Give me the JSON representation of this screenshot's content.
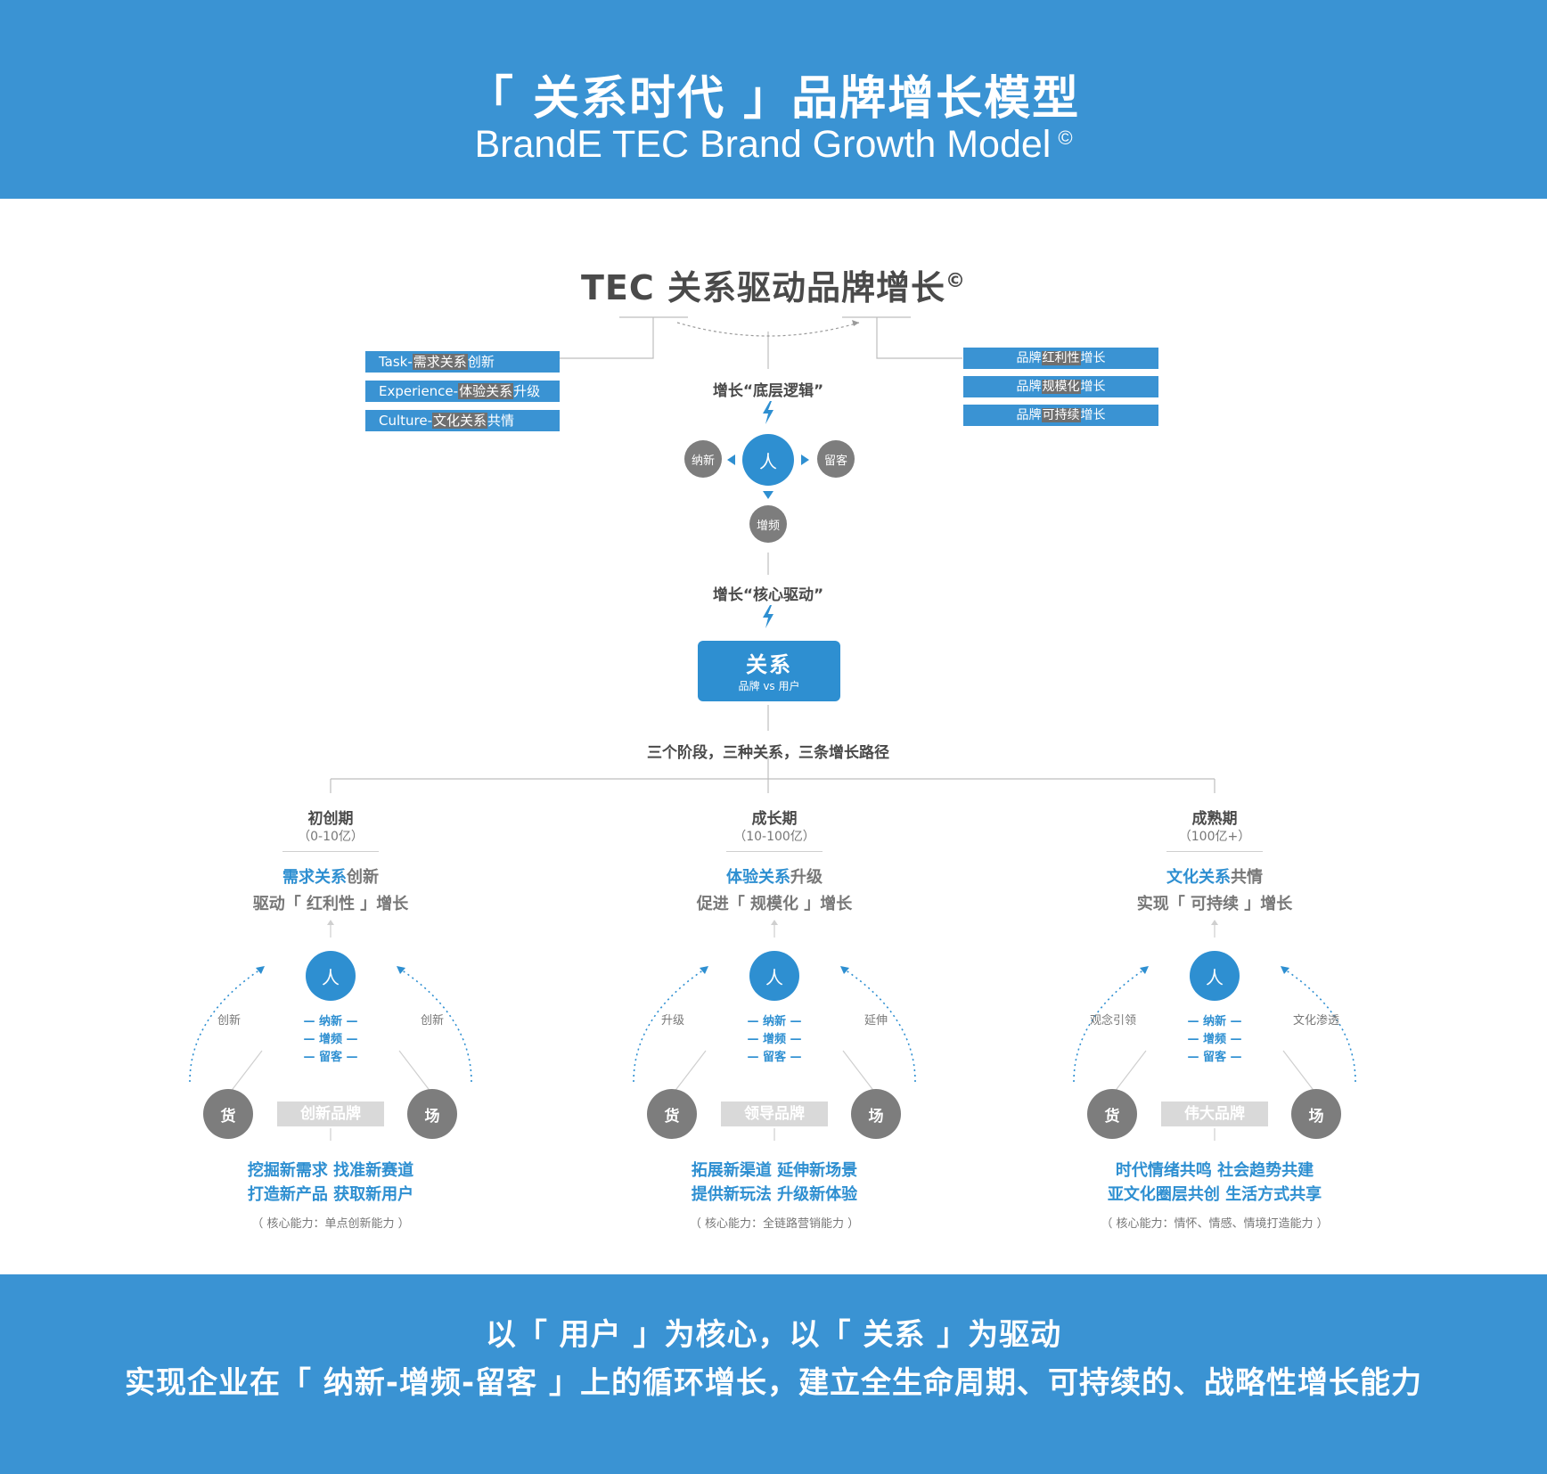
{
  "header": {
    "title": "「 关系时代 」品牌增长模型",
    "subtitle": "BrandE TEC Brand Growth Model",
    "copyright": "©"
  },
  "model": {
    "title": "TEC 关系驱动品牌增长",
    "copyright": "©",
    "left_items": [
      {
        "prefix": "Task-",
        "highlight": "需求关系",
        "suffix": "创新"
      },
      {
        "prefix": "Experience-",
        "highlight": "体验关系",
        "suffix": "升级"
      },
      {
        "prefix": "Culture-",
        "highlight": "文化关系",
        "suffix": "共情"
      }
    ],
    "right_items": [
      {
        "prefix": "品牌",
        "highlight": "红利性",
        "suffix": "增长"
      },
      {
        "prefix": "品牌",
        "highlight": "规模化",
        "suffix": "增长"
      },
      {
        "prefix": "品牌",
        "highlight": "可持续",
        "suffix": "增长"
      }
    ],
    "bottom_logic": "增长“底层逻辑”",
    "center_node": "人",
    "left_node": "纳新",
    "right_node": "留客",
    "bottom_node": "增频",
    "core_drive": "增长“核心驱动”",
    "core_title": "关系",
    "core_sub": "品牌 vs 用户",
    "paths": "三个阶段，三种关系，三条增长路径"
  },
  "stages": [
    {
      "name": "初创期",
      "range": "（0-10亿）",
      "rel_blue": "需求关系",
      "rel_gray": "创新",
      "drive": "驱动「 红利性 」增长",
      "person": "人",
      "cycle": [
        "— 纳新 —",
        "— 增频 —",
        "— 留客 —"
      ],
      "left_label": "创新",
      "right_label": "创新",
      "goods": "货",
      "place": "场",
      "brand": "创新品牌",
      "actions": [
        "挖掘新需求   找准新赛道",
        "打造新产品   获取新用户"
      ],
      "capability": "（ 核心能力：单点创新能力 ）"
    },
    {
      "name": "成长期",
      "range": "（10-100亿）",
      "rel_blue": "体验关系",
      "rel_gray": "升级",
      "drive": "促进「 规模化 」增长",
      "person": "人",
      "cycle": [
        "— 纳新 —",
        "— 增频 —",
        "— 留客 —"
      ],
      "left_label": "升级",
      "right_label": "延伸",
      "goods": "货",
      "place": "场",
      "brand": "领导品牌",
      "actions": [
        "拓展新渠道   延伸新场景",
        "提供新玩法   升级新体验"
      ],
      "capability": "（ 核心能力：全链路营销能力 ）"
    },
    {
      "name": "成熟期",
      "range": "（100亿+）",
      "rel_blue": "文化关系",
      "rel_gray": "共情",
      "drive": "实现「 可持续 」增长",
      "person": "人",
      "cycle": [
        "— 纳新 —",
        "— 增频 —",
        "— 留客 —"
      ],
      "left_label": "观念引领",
      "right_label": "文化渗透",
      "goods": "货",
      "place": "场",
      "brand": "伟大品牌",
      "actions": [
        "时代情绪共鸣   社会趋势共建",
        "亚文化圈层共创   生活方式共享"
      ],
      "capability": "（ 核心能力：情怀、情感、情境打造能力 ）"
    }
  ],
  "footer": {
    "line1": "以「 用户 」为核心，以「 关系 」为驱动",
    "line2": "实现企业在「 纳新-增频-留客 」上的循环增长，建立全生命周期、可持续的、战略性增长能力"
  },
  "colors": {
    "brand_blue": "#3a93d3",
    "node_blue": "#2e8fd1",
    "node_gray": "#7d7d7d",
    "box_gray": "#d9d9d9"
  }
}
